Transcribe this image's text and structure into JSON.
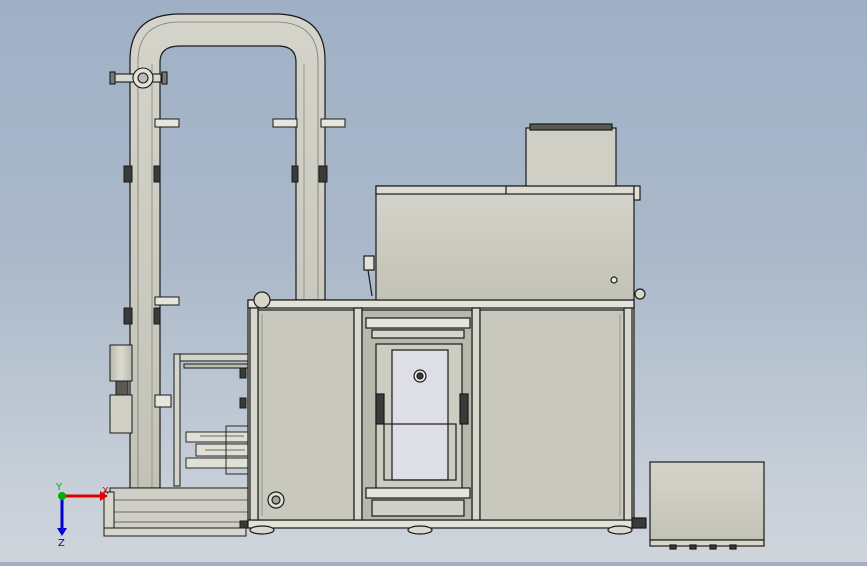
{
  "viewport": {
    "background_top": "#9fb0c6",
    "background_bottom": "#cfd5db",
    "part_fill": "#c8c8bd",
    "part_fill_light": "#d6d6cc",
    "outline": "#1a1a1a"
  },
  "triad": {
    "x_label": "X",
    "y_label": "Y",
    "z_label": "Z",
    "x_color": "#e00000",
    "y_color": "#00b000",
    "z_color": "#0000d0"
  }
}
